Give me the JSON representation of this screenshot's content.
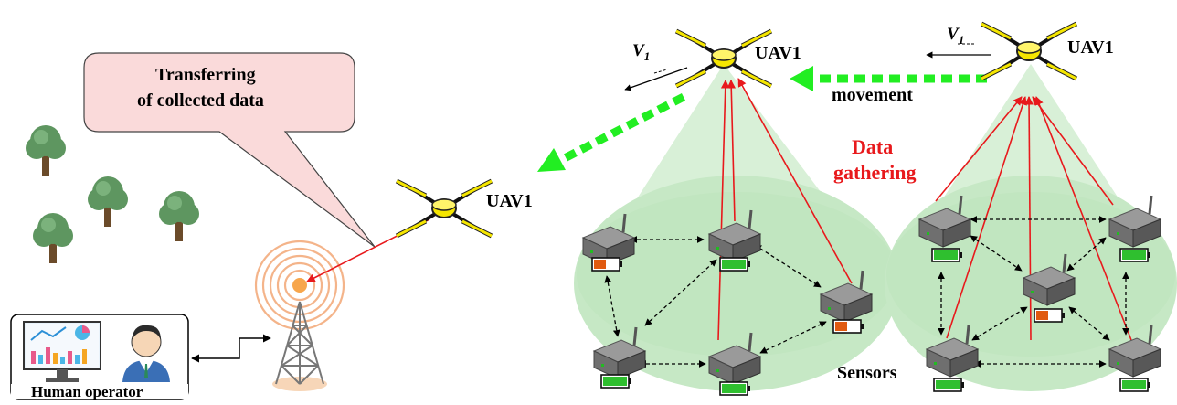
{
  "callout": {
    "line1": "Transferring",
    "line2": "of collected data"
  },
  "labels": {
    "uav_ground": "UAV1",
    "uav_mid": "UAV1",
    "uav_right": "UAV1",
    "velocity_mid": "V",
    "velocity_mid_sub": "1",
    "velocity_right": "V",
    "velocity_right_sub": "1",
    "movement": "movement",
    "data_line1": "Data",
    "data_line2": "gathering",
    "sensors": "Sensors",
    "operator": "Human operator"
  },
  "colors": {
    "callout_fill": "#fadada",
    "coverage": "#cdeccc",
    "coverage_inner": "#b5e3b4",
    "link_red": "#e8191c",
    "move_green": "#22ee22",
    "uav_body": "#f5e600",
    "battery_full": "#2fbf2f",
    "battery_low": "#e05a10",
    "tree": "#5e9660",
    "signal": "#f4b48a",
    "data_text": "#e8191c"
  },
  "icons": {
    "uav": "quadcopter-drone-icon",
    "sensor": "wireless-sensor-node-icon",
    "battery": "battery-icon",
    "tree": "tree-icon",
    "tower": "cell-tower-icon",
    "operator": "operator-workstation-icon"
  },
  "batteries": {
    "left_cluster": [
      "low",
      "full",
      "low",
      "full",
      "full"
    ],
    "right_cluster": [
      "full",
      "full",
      "low",
      "full",
      "full"
    ]
  }
}
